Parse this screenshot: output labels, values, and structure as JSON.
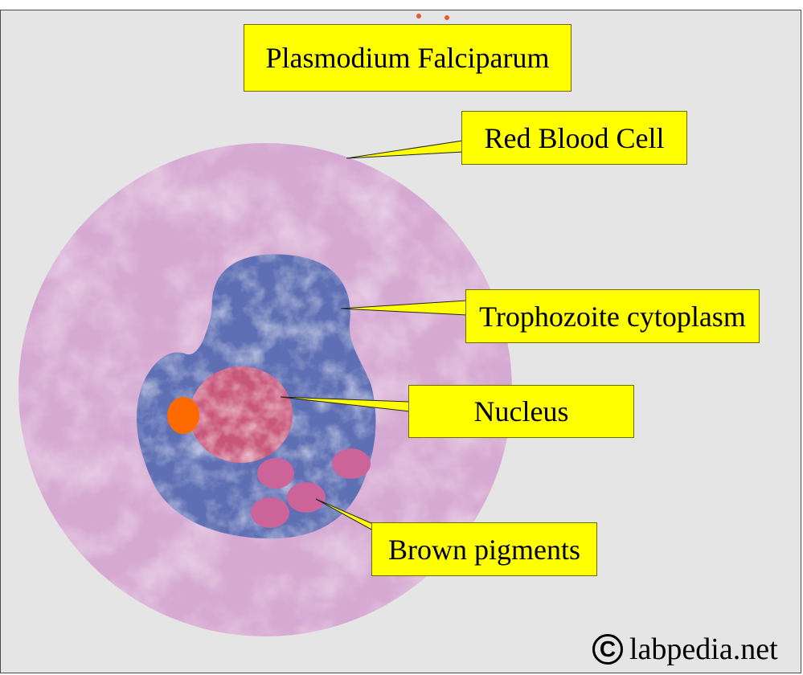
{
  "diagram": {
    "title": "Plasmodium Falciparum",
    "labels": {
      "red_blood_cell": "Red Blood Cell",
      "trophozoite_cytoplasm": "Trophozoite cytoplasm",
      "nucleus": "Nucleus",
      "brown_pigments": "Brown pigments"
    },
    "watermark": {
      "symbol": "C",
      "text": "labpedia.net"
    }
  },
  "colors": {
    "background": "#e5e5e5",
    "label_fill": "#ffff00",
    "red_blood_cell": "#d6a9d2",
    "trophozoite_cytoplasm": "#5e6fb4",
    "nucleus": "#c9577b",
    "chromatin_dot": "#ff6a00",
    "brown_pigments": "#cc6499"
  }
}
